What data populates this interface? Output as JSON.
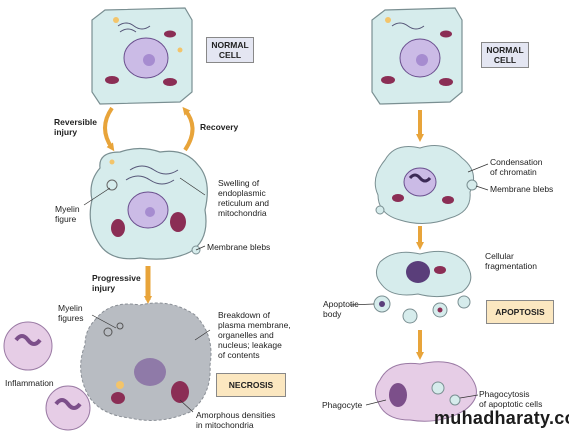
{
  "left_panel": {
    "normal_cell_label": "NORMAL\nCELL",
    "reversible_label": "Reversible\ninjury",
    "recovery_label": "Recovery",
    "myelin_figure_label": "Myelin\nfigure",
    "swelling_label": "Swelling of\nendoplasmic\nreticulum and\nmitochondria",
    "membrane_blebs_label": "Membrane blebs",
    "progressive_label": "Progressive\ninjury",
    "myelin_figures_label": "Myelin\nfigures",
    "breakdown_label": "Breakdown of\nplasma membrane,\norganelles and\nnucleus; leakage\nof contents",
    "inflammation_label": "Inflammation",
    "necrosis_label": "NECROSIS",
    "amorphous_label": "Amorphous densities\nin mitochondria"
  },
  "right_panel": {
    "normal_cell_label": "NORMAL\nCELL",
    "condensation_label": "Condensation\nof chromatin",
    "membrane_blebs_label": "Membrane blebs",
    "cellular_fragmentation_label": "Cellular\nfragmentation",
    "apoptotic_body_label": "Apoptotic\nbody",
    "apoptosis_label": "APOPTOSIS",
    "phagocyte_label": "Phagocyte",
    "phagocytosis_label": "Phagocytosis\nof apoptotic cells"
  },
  "watermark": "muhadharaty.com",
  "colors": {
    "cell_fill": "#d6ecec",
    "nucleus_fill": "#cbbbe6",
    "mitochondria": "#8b2e55",
    "arrow": "#e8a43a",
    "box_normal": "#e4e6f2",
    "box_result": "#fbe7c0",
    "debris": "#b8bcc2"
  }
}
